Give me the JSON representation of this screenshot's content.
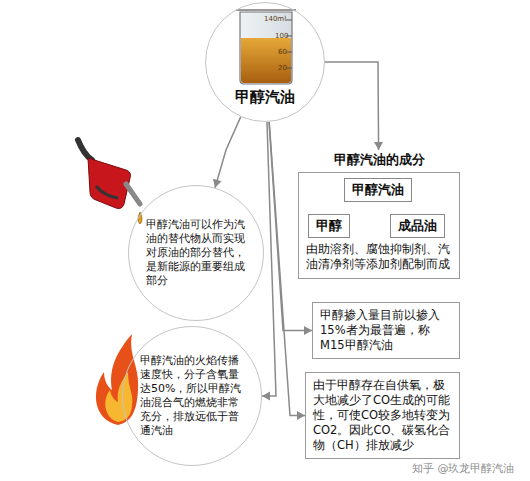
{
  "diagram": {
    "nodes": [
      {
        "text": [
          "甲醇汽油"
        ]
      },
      {
        "text": [
          "甲醇汽油的成分",
          "由助溶剂、腐蚀抑制剂、汽油清净剂等添加剂配制而成"
        ]
      },
      {
        "text": [
          "甲醇汽油"
        ],
        "in": 1
      },
      {
        "text": [
          "甲醇"
        ],
        "in": 1
      },
      {
        "text": [
          "成品油"
        ],
        "in": 1
      },
      {
        "text": [
          "甲醇汽油可以作为汽油的替代物从而实现对原油的部分替代，是新能源的重要组成部分"
        ]
      },
      {
        "text": [
          "甲醇掺入量目前以掺入15%者为最普遍，称M15甲醇汽油"
        ]
      },
      {
        "text": [
          "甲醇汽油的火焰传播速度快，分子含氧量达50%，所以甲醇汽油混合气的燃烧非常充分，排放远低于普通汽油"
        ]
      },
      {
        "text": [
          "由于甲醇存在自供氧，极大地减少了CO生成的可能性，可使CO较多地转变为CO2。因此CO、碳氢化合物（CH）排放减少"
        ]
      }
    ],
    "edges": [
      {
        "from": 0,
        "to": 5,
        "arrow": "to"
      },
      {
        "from": 0,
        "to": 1,
        "arrow": "to"
      },
      {
        "from": 0,
        "to": 6,
        "arrow": "to"
      },
      {
        "from": 0,
        "to": 7,
        "arrow": "to"
      },
      {
        "from": 0,
        "to": 8,
        "arrow": "to"
      },
      {
        "from": 2,
        "to": 3,
        "arrow": "none"
      },
      {
        "from": 2,
        "to": 4,
        "arrow": "none"
      }
    ],
    "labels": [
      "140ml",
      "100",
      "60",
      "20",
      "知乎 @玖龙甲醇汽油"
    ]
  }
}
